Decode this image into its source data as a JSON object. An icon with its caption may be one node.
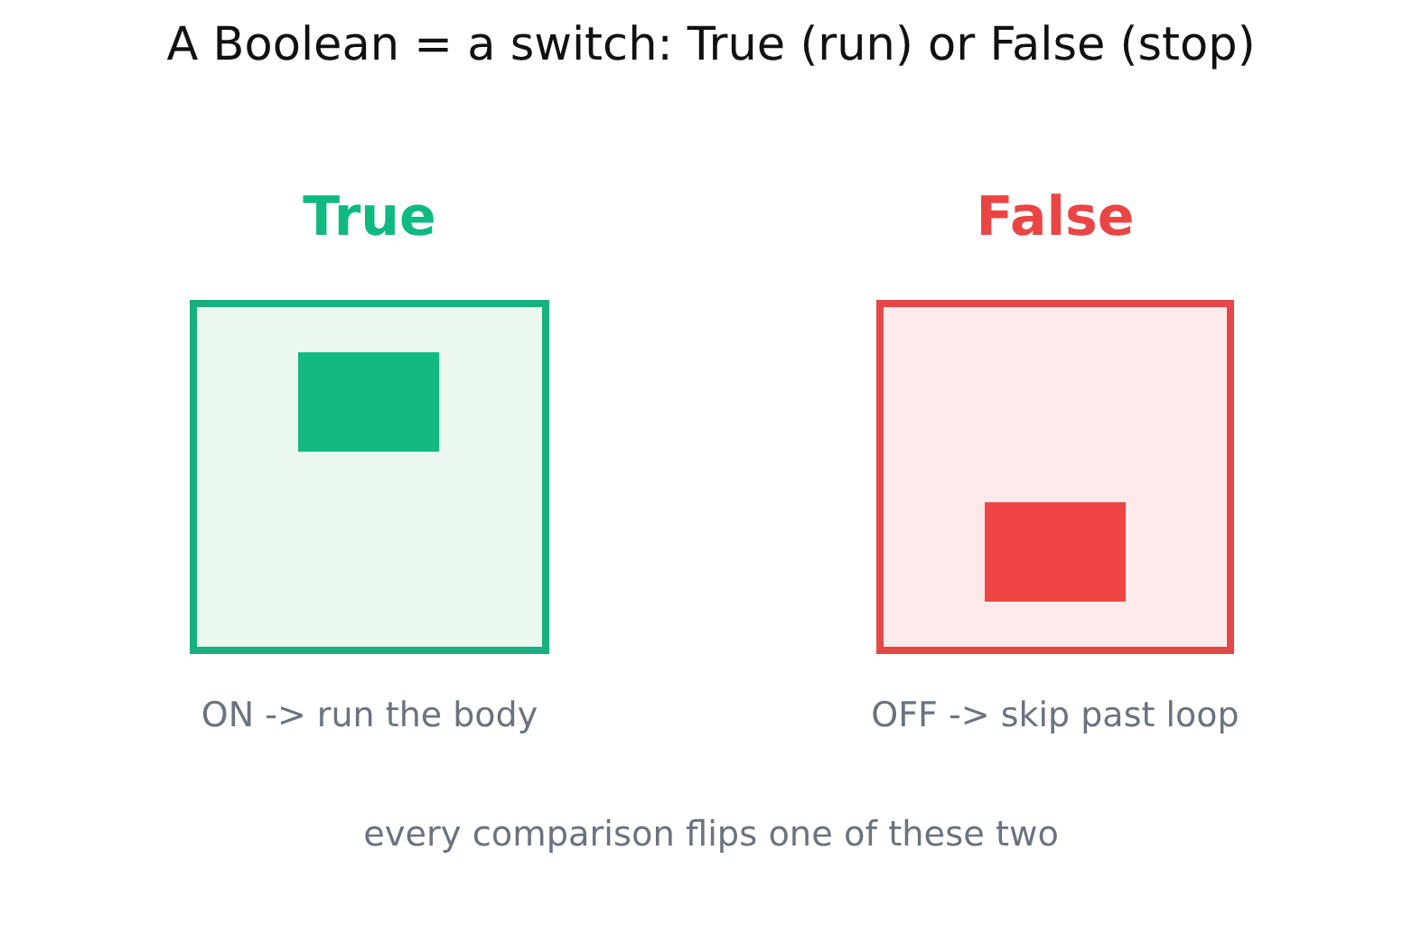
{
  "diagram": {
    "title": "A Boolean = a switch: True (run) or False (stop)",
    "caption": "every comparison flips one of these two",
    "nodes": [
      {
        "text": [
          "True"
        ],
        "beside": [
          "ON -> run the body"
        ]
      },
      {
        "text": [],
        "shape": "box",
        "in": 0
      },
      {
        "text": [
          "False"
        ],
        "beside": [
          "OFF -> skip past loop"
        ]
      },
      {
        "text": [],
        "shape": "box",
        "in": 2
      }
    ]
  }
}
